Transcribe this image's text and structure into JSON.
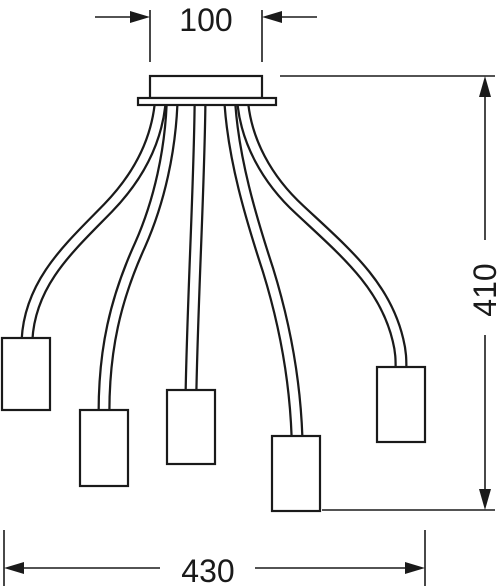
{
  "dimensions": {
    "canopy_width": "100",
    "height": "410",
    "overall_width": "430"
  }
}
